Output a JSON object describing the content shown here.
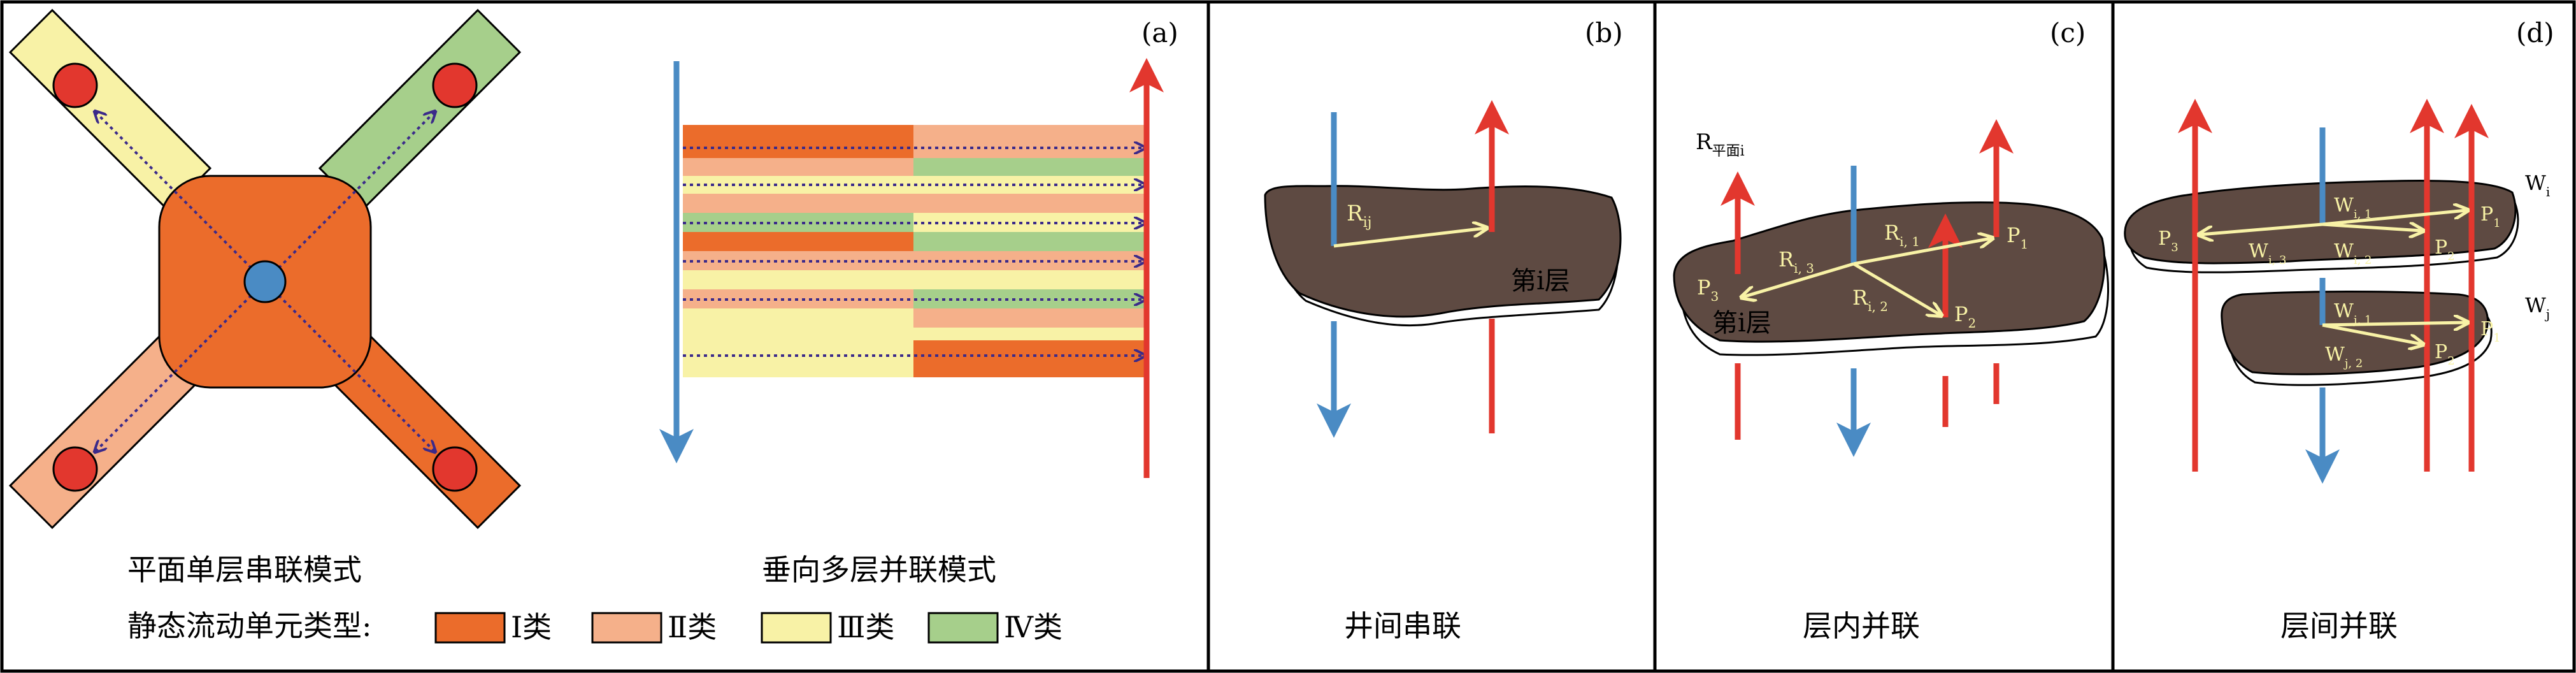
{
  "panels": {
    "a": {
      "label": "(a)",
      "plane_mode_caption": "平面单层串联模式",
      "vertical_mode_caption": "垂向多层并联模式",
      "legend": {
        "title": "静态流动单元类型:",
        "items": [
          {
            "label": "Ⅰ类",
            "color": "#EB6C2B"
          },
          {
            "label": "Ⅱ类",
            "color": "#F5B08A"
          },
          {
            "label": "Ⅲ类",
            "color": "#F8F2A6"
          },
          {
            "label": "Ⅳ类",
            "color": "#A6CF8B"
          }
        ]
      }
    },
    "b": {
      "label": "(b)",
      "caption": "井间串联",
      "r_label": "R",
      "r_sub": "ij",
      "layer_label": "第i层"
    },
    "c": {
      "label": "(c)",
      "caption": "层内并联",
      "r_plane": "R",
      "r_plane_sub": "平面i",
      "r11": "R",
      "r11_sub": "i, 1",
      "r12": "R",
      "r12_sub": "i, 2",
      "r13": "R",
      "r13_sub": "i, 3",
      "p1": "P",
      "p1_sub": "1",
      "p2": "P",
      "p2_sub": "2",
      "p3": "P",
      "p3_sub": "3",
      "layer_label": "第i层"
    },
    "d": {
      "label": "(d)",
      "caption": "层间并联",
      "wi": "W",
      "wi_sub": "i",
      "wj": "W",
      "wj_sub": "j",
      "wi1": "W",
      "wi1_sub": "i, 1",
      "wi2": "W",
      "wi2_sub": "i, 2",
      "wi3": "W",
      "wi3_sub": "i, 3",
      "wj1": "W",
      "wj1_sub": "j, 1",
      "wj2": "W",
      "wj2_sub": "j, 2",
      "p1": "P",
      "p1_sub": "1",
      "p2": "P",
      "p2_sub": "2",
      "p3": "P",
      "p3_sub": "3",
      "p1b": "P",
      "p1b_sub": "1",
      "p2b": "P",
      "p2b_sub": "2"
    }
  },
  "colors": {
    "injection_well": "#4A8BC4",
    "production_well": "#E2372E",
    "center_well_fill": "#4A8BC4",
    "rock": "#5E4A42",
    "flow_arrow": "#F8F2A6",
    "dotted_arrow": "#3B2A8A"
  }
}
